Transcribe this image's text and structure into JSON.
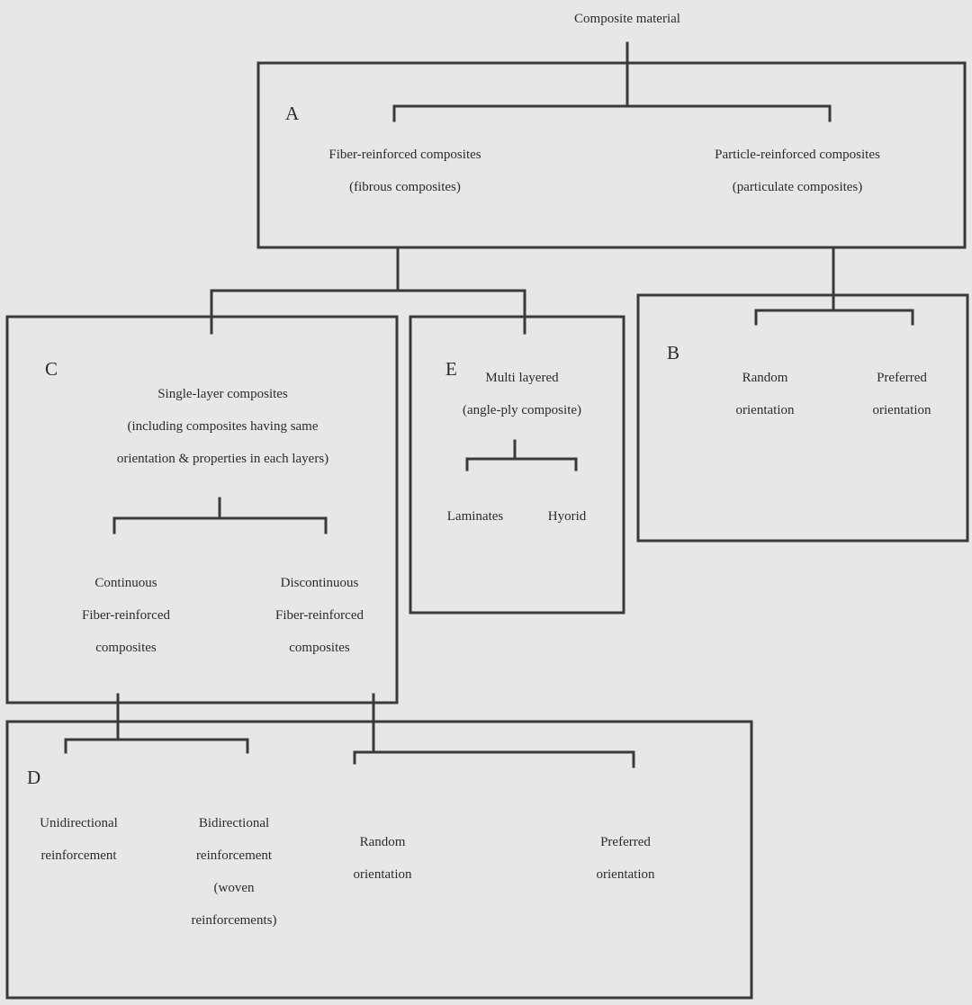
{
  "root": {
    "title": "Composite material"
  },
  "box_a": {
    "letter": "A",
    "fiber": {
      "line1": "Fiber-reinforced composites",
      "line2": "(fibrous composites)"
    },
    "particle": {
      "line1": "Particle-reinforced composites",
      "line2": "(particulate composites)"
    }
  },
  "box_b": {
    "letter": "B",
    "random": {
      "line1": "Random",
      "line2": "orientation"
    },
    "preferred": {
      "line1": "Preferred",
      "line2": "orientation"
    }
  },
  "box_c": {
    "letter": "C",
    "single": {
      "line1": "Single-layer composites",
      "line2": "(including composites having same",
      "line3": "orientation & properties in each layers)"
    },
    "continuous": {
      "line1": "Continuous",
      "line2": "Fiber-reinforced",
      "line3": "composites"
    },
    "discontinuous": {
      "line1": "Discontinuous",
      "line2": "Fiber-reinforced",
      "line3": "composites"
    }
  },
  "box_e": {
    "letter": "E",
    "multi": {
      "line1": "Multi layered",
      "line2": "(angle-ply composite)"
    },
    "laminates": "Laminates",
    "hybrid": "Hyorid"
  },
  "box_d": {
    "letter": "D",
    "unidirectional": {
      "line1": "Unidirectional",
      "line2": "reinforcement"
    },
    "bidirectional": {
      "line1": "Bidirectional",
      "line2": "reinforcement",
      "line3": "(woven",
      "line4": "reinforcements)"
    },
    "random": {
      "line1": "Random",
      "line2": "orientation"
    },
    "preferred": {
      "line1": "Preferred",
      "line2": "orientation"
    }
  }
}
